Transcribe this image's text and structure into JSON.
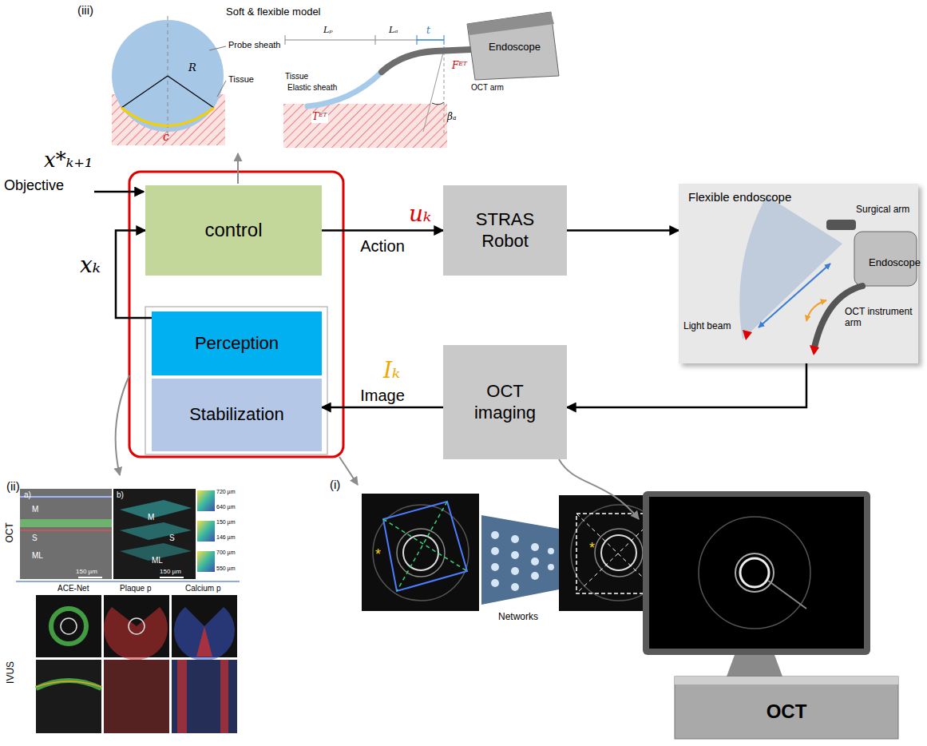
{
  "diagram": {
    "nodes": [
      {
        "text": [
          "control"
        ]
      },
      {
        "text": [
          "Perception"
        ]
      },
      {
        "text": [
          "Stabilization"
        ]
      },
      {
        "text": [
          "STRAS Robot"
        ]
      },
      {
        "text": [
          "Flexible endoscope"
        ]
      },
      {
        "text": [
          "OCT imaging"
        ]
      },
      {
        "text": [
          "OCT"
        ]
      }
    ],
    "edges": [
      {
        "from": 0,
        "to": 3,
        "arrow": "to",
        "label": "Action"
      },
      {
        "from": 3,
        "to": 4,
        "arrow": "to"
      },
      {
        "from": 4,
        "to": 5,
        "arrow": "to"
      },
      {
        "from": 5,
        "to": 2,
        "arrow": "to",
        "label": "Image"
      },
      {
        "from": 1,
        "to": 0,
        "arrow": "to"
      },
      {
        "from": 5,
        "to": 6,
        "arrow": "to"
      }
    ],
    "labels": [
      "(iii)",
      "Soft & flexible model",
      "Probe sheath",
      "R",
      "Tissue",
      "c",
      "Lₚ",
      "Lₐ",
      "t",
      "Endoscope",
      "OCT arm",
      "Tissue",
      "Elastic sheath",
      "Tᴱᵀ",
      "Fᴱᵀ",
      "βₐ",
      "x*ₖ₊₁",
      "Objective",
      "uₖ",
      "xₖ",
      "Iₖ",
      "Surgical arm",
      "Endoscope",
      "Light beam",
      "OCT instrument arm",
      "(ii)",
      "OCT",
      "a)",
      "M",
      "S",
      "ML",
      "150 µm",
      "b)",
      "M",
      "S",
      "ML",
      "150 µm",
      "720 µm",
      "640 µm",
      "150 µm",
      "146 µm",
      "700 µm",
      "550 µm",
      "ACE-Net",
      "Plaque p",
      "Calcium p",
      "IVUS",
      "(i)",
      "*",
      "Networks",
      "*"
    ]
  }
}
